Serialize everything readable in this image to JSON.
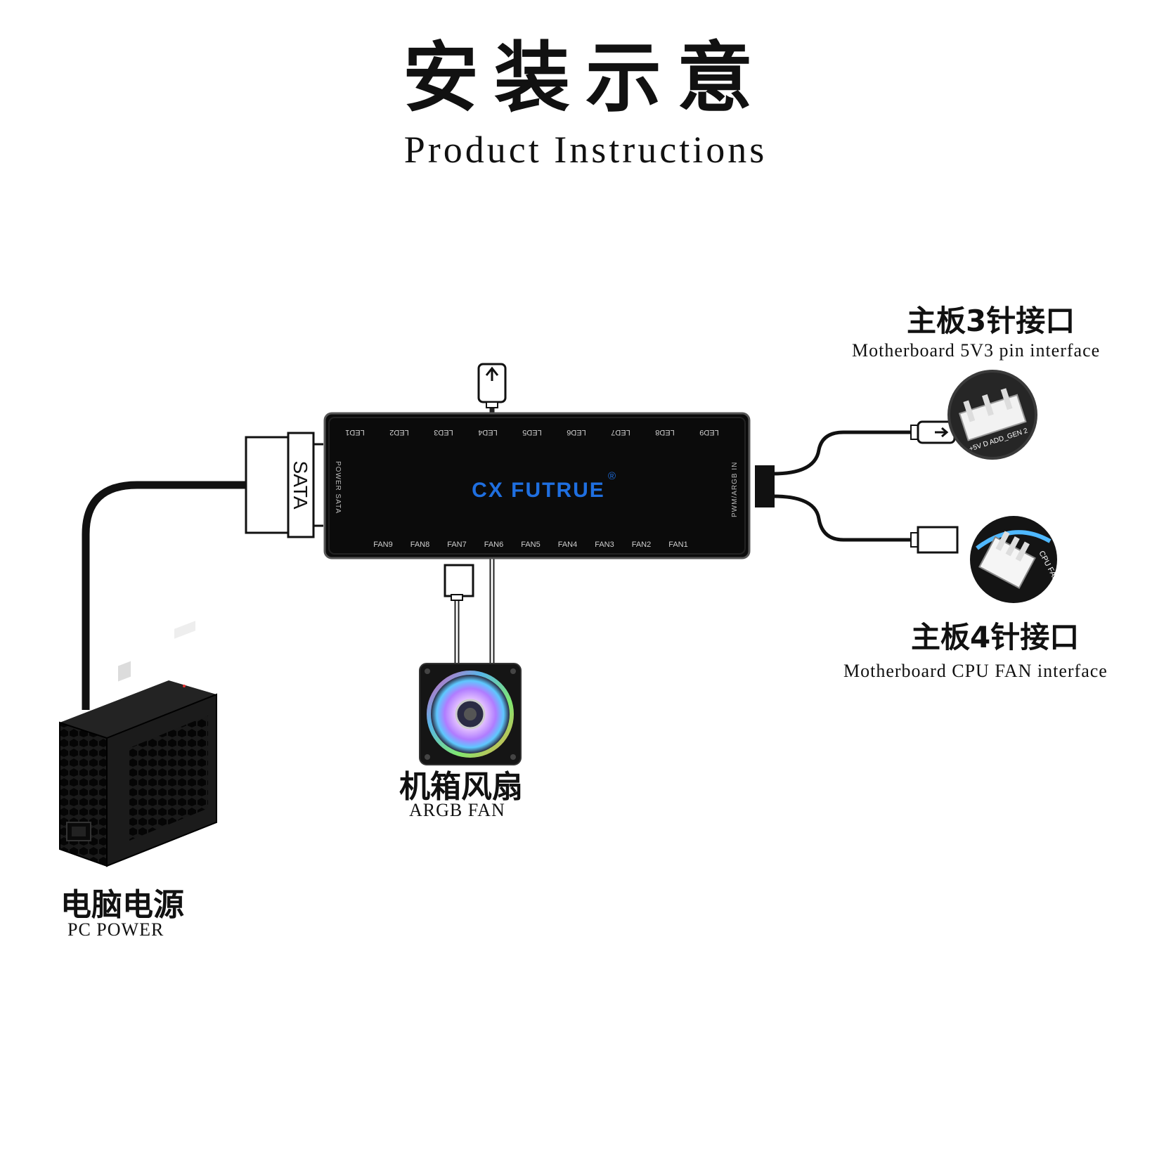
{
  "header": {
    "title_cn": "安装示意",
    "title_en": "Product Instructions"
  },
  "hub": {
    "brand": "CX FUTRUE",
    "registered_mark": "®",
    "led_ports": [
      "LED1",
      "LED2",
      "LED3",
      "LED4",
      "LED5",
      "LED6",
      "LED7",
      "LED8",
      "LED9"
    ],
    "fan_ports": [
      "FAN9",
      "FAN8",
      "FAN7",
      "FAN6",
      "FAN5",
      "FAN4",
      "FAN3",
      "FAN2",
      "FAN1"
    ],
    "left_side_label": "POWER SATA",
    "right_side_label": "PWM/ARGB IN",
    "brand_color": "#1f6fe0",
    "body_color": "#0b0b0b"
  },
  "sata_connector": {
    "label": "SATA"
  },
  "motherboard_3pin": {
    "title_cn": "主板3针接口",
    "title_en": "Motherboard 5V3 pin interface",
    "photo_text": "+5V D ADD_GEN 2"
  },
  "motherboard_4pin": {
    "title_cn": "主板4针接口",
    "title_en": "Motherboard CPU FAN interface",
    "photo_text": "CPU FAN"
  },
  "argb_fan": {
    "title_cn": "机箱风扇",
    "title_en": "ARGB FAN"
  },
  "pc_power": {
    "title_cn": "电脑电源",
    "title_en": "PC POWER"
  },
  "icons": [
    "arrow-up-icon",
    "arrow-right-icon"
  ]
}
